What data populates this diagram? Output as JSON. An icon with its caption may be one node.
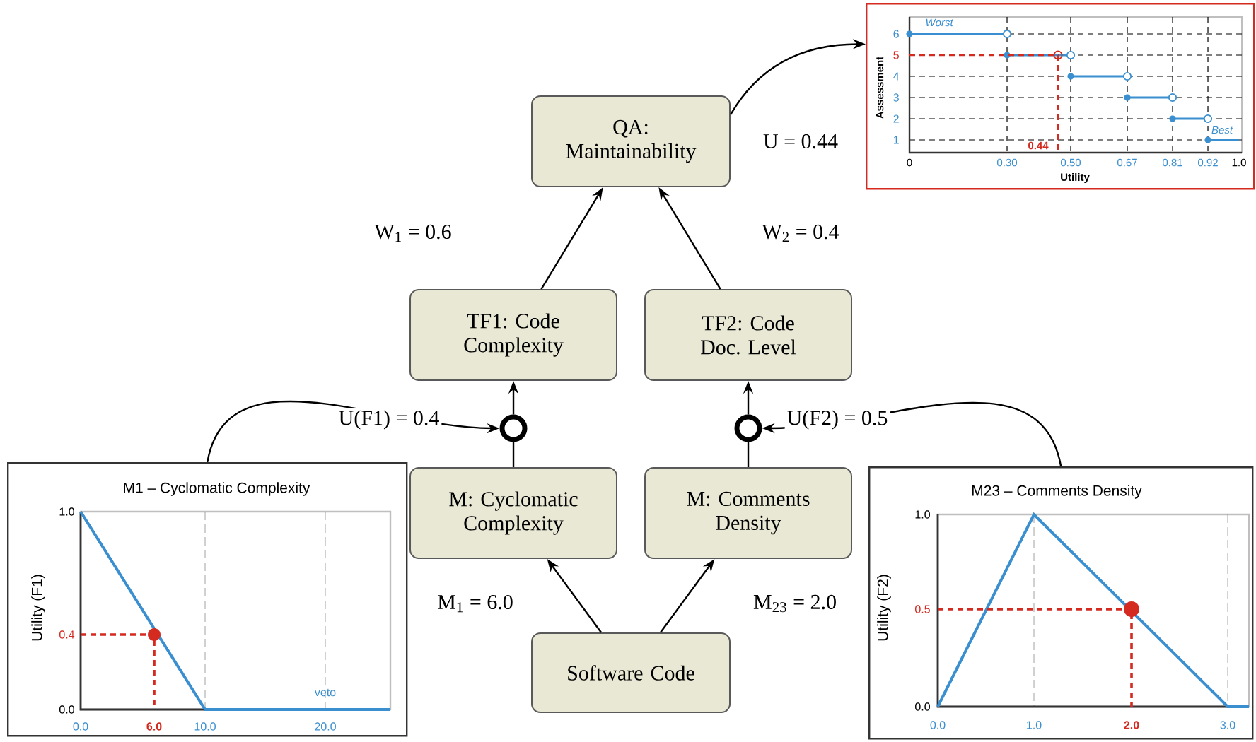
{
  "diagram": {
    "nodes": [
      {
        "text": [
          "QA: Maintainability"
        ]
      },
      {
        "text": [
          "Assessment",
          "6",
          "5",
          "4",
          "3",
          "2",
          "1",
          "Worst",
          "Best",
          "0.44",
          "0",
          "0.30",
          "0.50",
          "0.67",
          "0.81",
          "0.92",
          "1.0",
          "Utility"
        ]
      },
      {
        "text": [
          "TF1: Code Complexity"
        ]
      },
      {
        "text": [
          "TF2: Code Doc. Level"
        ]
      },
      {
        "text": [],
        "shape": "circle"
      },
      {
        "text": [],
        "shape": "circle"
      },
      {
        "text": [
          "M1 – Cyclomatic Complexity",
          "Utility (F1)",
          "1.0",
          "0.4",
          "veto",
          "0.0",
          "0.0",
          "6.0",
          "10.0",
          "20.0"
        ]
      },
      {
        "text": [
          "M: Cyclomatic Complexity"
        ]
      },
      {
        "text": [
          "M: Comments Density"
        ]
      },
      {
        "text": [
          "M23 – Comments Density",
          "Utility (F2)",
          "1.0",
          "0.5",
          "0.0",
          "0.0",
          "1.0",
          "2.0",
          "3.0"
        ]
      },
      {
        "text": [
          "Software Code"
        ]
      }
    ],
    "edges": [
      {
        "from": 10,
        "to": 7,
        "arrow": "to",
        "label": "M$_{1}$ = 6.0"
      },
      {
        "from": 10,
        "to": 8,
        "arrow": "to",
        "label": "M$_{23}$ = 2.0"
      },
      {
        "from": 7,
        "to": 4,
        "arrow": "none"
      },
      {
        "from": 8,
        "to": 5,
        "arrow": "none"
      },
      {
        "from": 4,
        "to": 2,
        "arrow": "to"
      },
      {
        "from": 5,
        "to": 3,
        "arrow": "to"
      },
      {
        "from": 6,
        "to": 4,
        "arrow": "to",
        "label": "U(F1) = 0.4"
      },
      {
        "from": 9,
        "to": 5,
        "arrow": "to",
        "label": "U(F2) = 0.5"
      },
      {
        "from": 2,
        "to": 0,
        "arrow": "to",
        "label": "W$_{1}$ = 0.6"
      },
      {
        "from": 3,
        "to": 0,
        "arrow": "to",
        "label": "W$_{2}$ = 0.4"
      },
      {
        "from": 0,
        "to": 1,
        "arrow": "to",
        "label": "U = 0.44"
      }
    ]
  }
}
